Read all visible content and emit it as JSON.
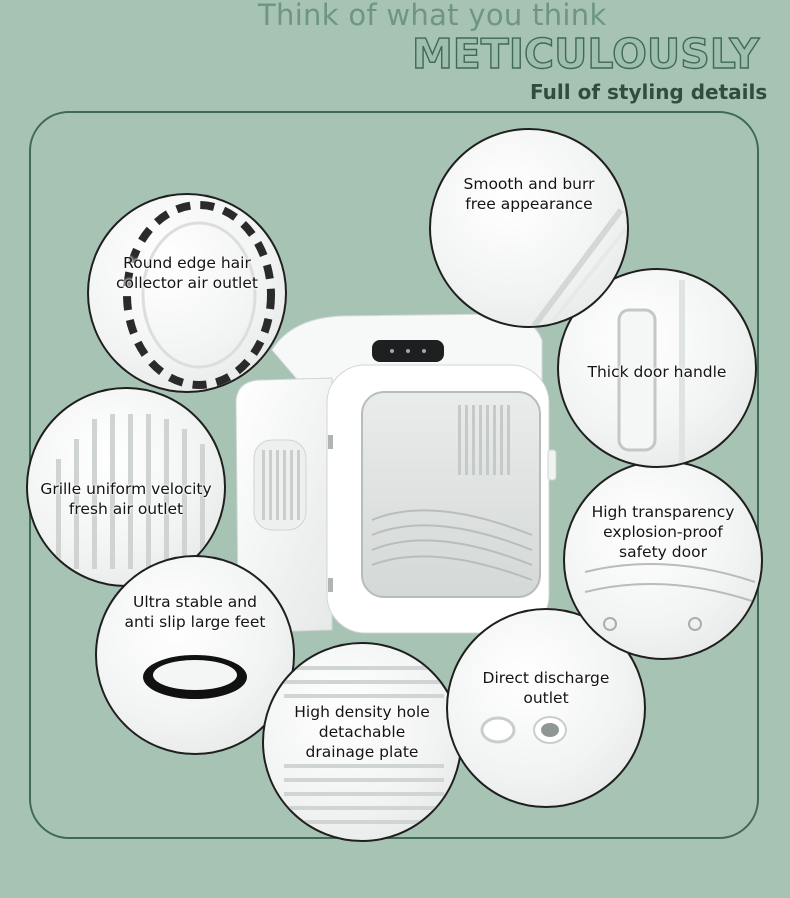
{
  "header": {
    "tagline": "Think of what you think",
    "headline": "METICULOUSLY",
    "subline": "Full of styling details"
  },
  "features": [
    {
      "line1": "Round edge hair",
      "line2": "collector air outlet",
      "icon": "ring-outlet-icon"
    },
    {
      "line1": "Grille uniform velocity",
      "line2": "fresh air outlet",
      "icon": "grille-icon"
    },
    {
      "line1": "Ultra stable and",
      "line2": "anti slip large feet",
      "icon": "foot-icon"
    },
    {
      "line1": "High density hole",
      "line2": "detachable",
      "line3": "drainage plate",
      "icon": "drainage-plate-icon"
    },
    {
      "line1": "Direct discharge",
      "line2": "outlet",
      "icon": "discharge-outlet-icon"
    },
    {
      "line1": "High transparency",
      "line2": "explosion-proof",
      "line3": "safety door",
      "icon": "safety-door-icon"
    },
    {
      "line1": "Thick door handle",
      "icon": "door-handle-icon"
    },
    {
      "line1": "Smooth and burr",
      "line2": "free appearance",
      "icon": "smooth-surface-icon"
    }
  ],
  "colors": {
    "background": "#a7c3b4",
    "frame": "#3f6a53",
    "headline_fill": "#9fbfae",
    "subline": "#2d4f3b"
  }
}
